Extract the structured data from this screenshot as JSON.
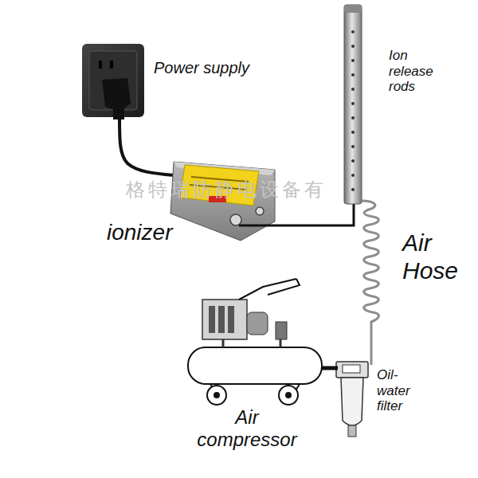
{
  "diagram": {
    "labels": [
      "Power supply",
      "Ion release rods",
      "ionizer",
      "Air Hose",
      "Air compressor",
      "Oil-water filter",
      "格特瑞防静电设备有"
    ]
  }
}
